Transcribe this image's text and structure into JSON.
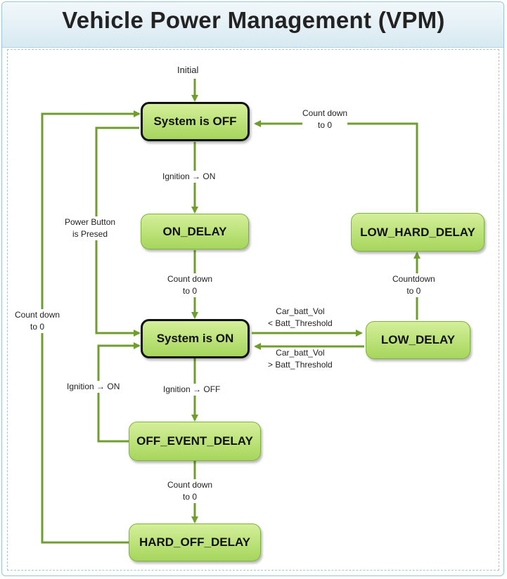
{
  "title": "Vehicle Power Management (VPM)",
  "colors": {
    "state_fill_top": "#d4ef9a",
    "state_fill_bottom": "#a6d65c",
    "arrow": "#6f9e2f",
    "header_bg": "#d7e9f1"
  },
  "states": {
    "system_off": "System is OFF",
    "on_delay": "ON_DELAY",
    "system_on": "System is ON",
    "off_event_delay": "OFF_EVENT_DELAY",
    "hard_off_delay": "HARD_OFF_DELAY",
    "low_delay": "LOW_DELAY",
    "low_hard_delay": "LOW_HARD_DELAY"
  },
  "transitions": {
    "initial": "Initial",
    "ignition_on": "Ignition → ON",
    "count_down_1": [
      "Count down",
      "to 0"
    ],
    "power_button": [
      "Power Button",
      "is Presed"
    ],
    "count_down_left": [
      "Count down",
      "to 0"
    ],
    "batt_low": [
      "Car_batt_Vol",
      "< Batt_Threshold"
    ],
    "batt_high": [
      "Car_batt_Vol",
      "> Batt_Threshold"
    ],
    "ignition_on_2": "Ignition → ON",
    "ignition_off": "Ignition → OFF",
    "count_down_2": [
      "Count down",
      "to 0"
    ],
    "countdown_low": [
      "Countdown",
      "to 0"
    ],
    "count_down_top": [
      "Count down",
      "to 0"
    ]
  }
}
